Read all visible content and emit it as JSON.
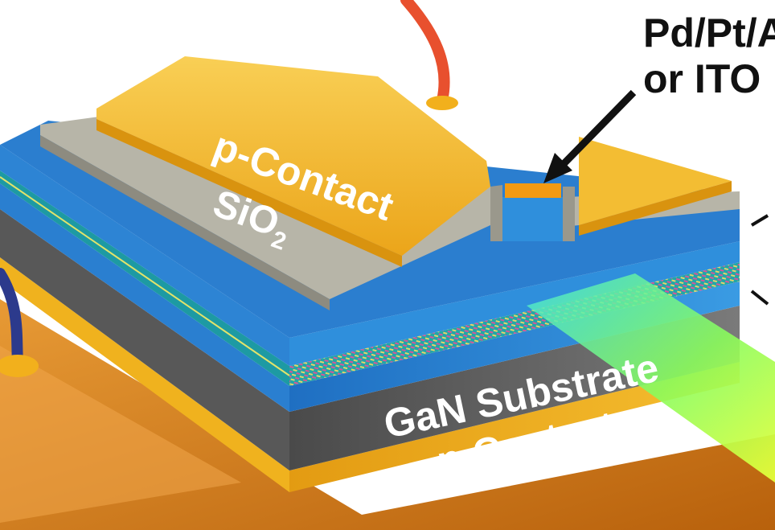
{
  "labels": {
    "metal_callout_line1": "Pd/Pt/A",
    "metal_callout_line2": "or ITO",
    "p_contact": "p-Contact",
    "sio2_base": "SiO",
    "sio2_subscript": "2",
    "substrate": "GaN Substrate",
    "n_contact": "n-Contact"
  },
  "colors": {
    "gold": "#f2b01c",
    "gold_dark": "#c98a0c",
    "sio2_gray": "#a9a79a",
    "blue_layer": "#2f86d6",
    "teal_layer": "#1a9aa2",
    "substrate_gray": "#6b6b6b",
    "base_orange": "#d9811e",
    "emission_green": "#7cfc5a",
    "wire_red": "#e8502e",
    "wire_blue": "#2c3a8c"
  }
}
